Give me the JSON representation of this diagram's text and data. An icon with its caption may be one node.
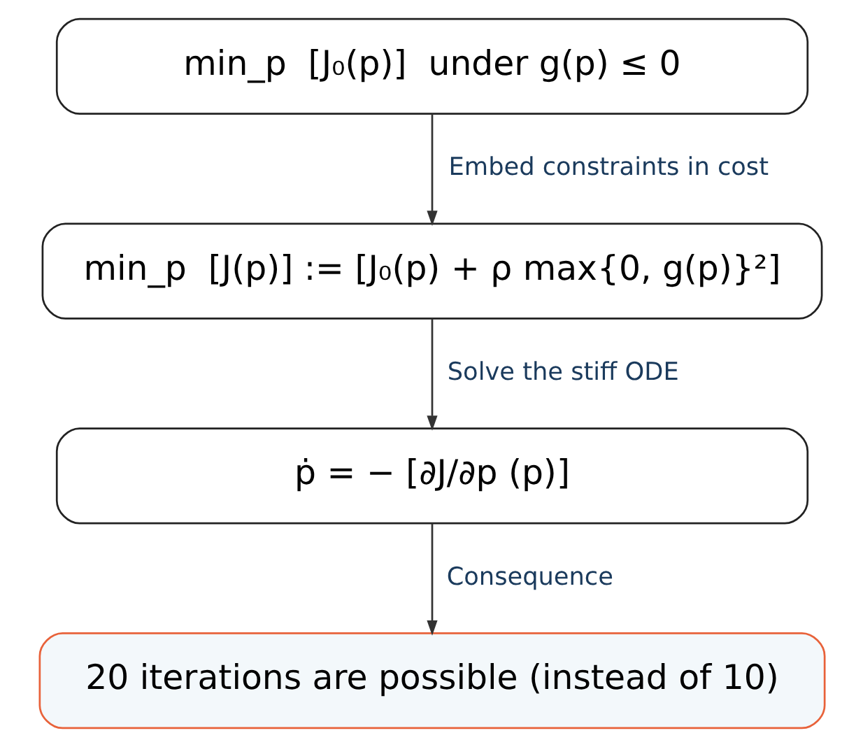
{
  "diagram": {
    "nodes": [
      {
        "text": [
          "min_p  [J₀(p)]  under g(p) ≤ 0"
        ]
      },
      {
        "text": [
          "min_p  [J(p)] := [J₀(p) + ρ max{0, g(p)}²]"
        ]
      },
      {
        "text": [
          "ṗ = − [∂J/∂p (p)]"
        ]
      },
      {
        "text": [
          "20 iterations are possible (instead of 10)"
        ]
      }
    ],
    "edges": [
      {
        "from": 0,
        "to": 1,
        "arrow": "to",
        "label": "Embed constraints in cost"
      },
      {
        "from": 1,
        "to": 2,
        "arrow": "to",
        "label": "Solve the stiff ODE"
      },
      {
        "from": 2,
        "to": 3,
        "arrow": "to",
        "label": "Consequence"
      }
    ]
  }
}
